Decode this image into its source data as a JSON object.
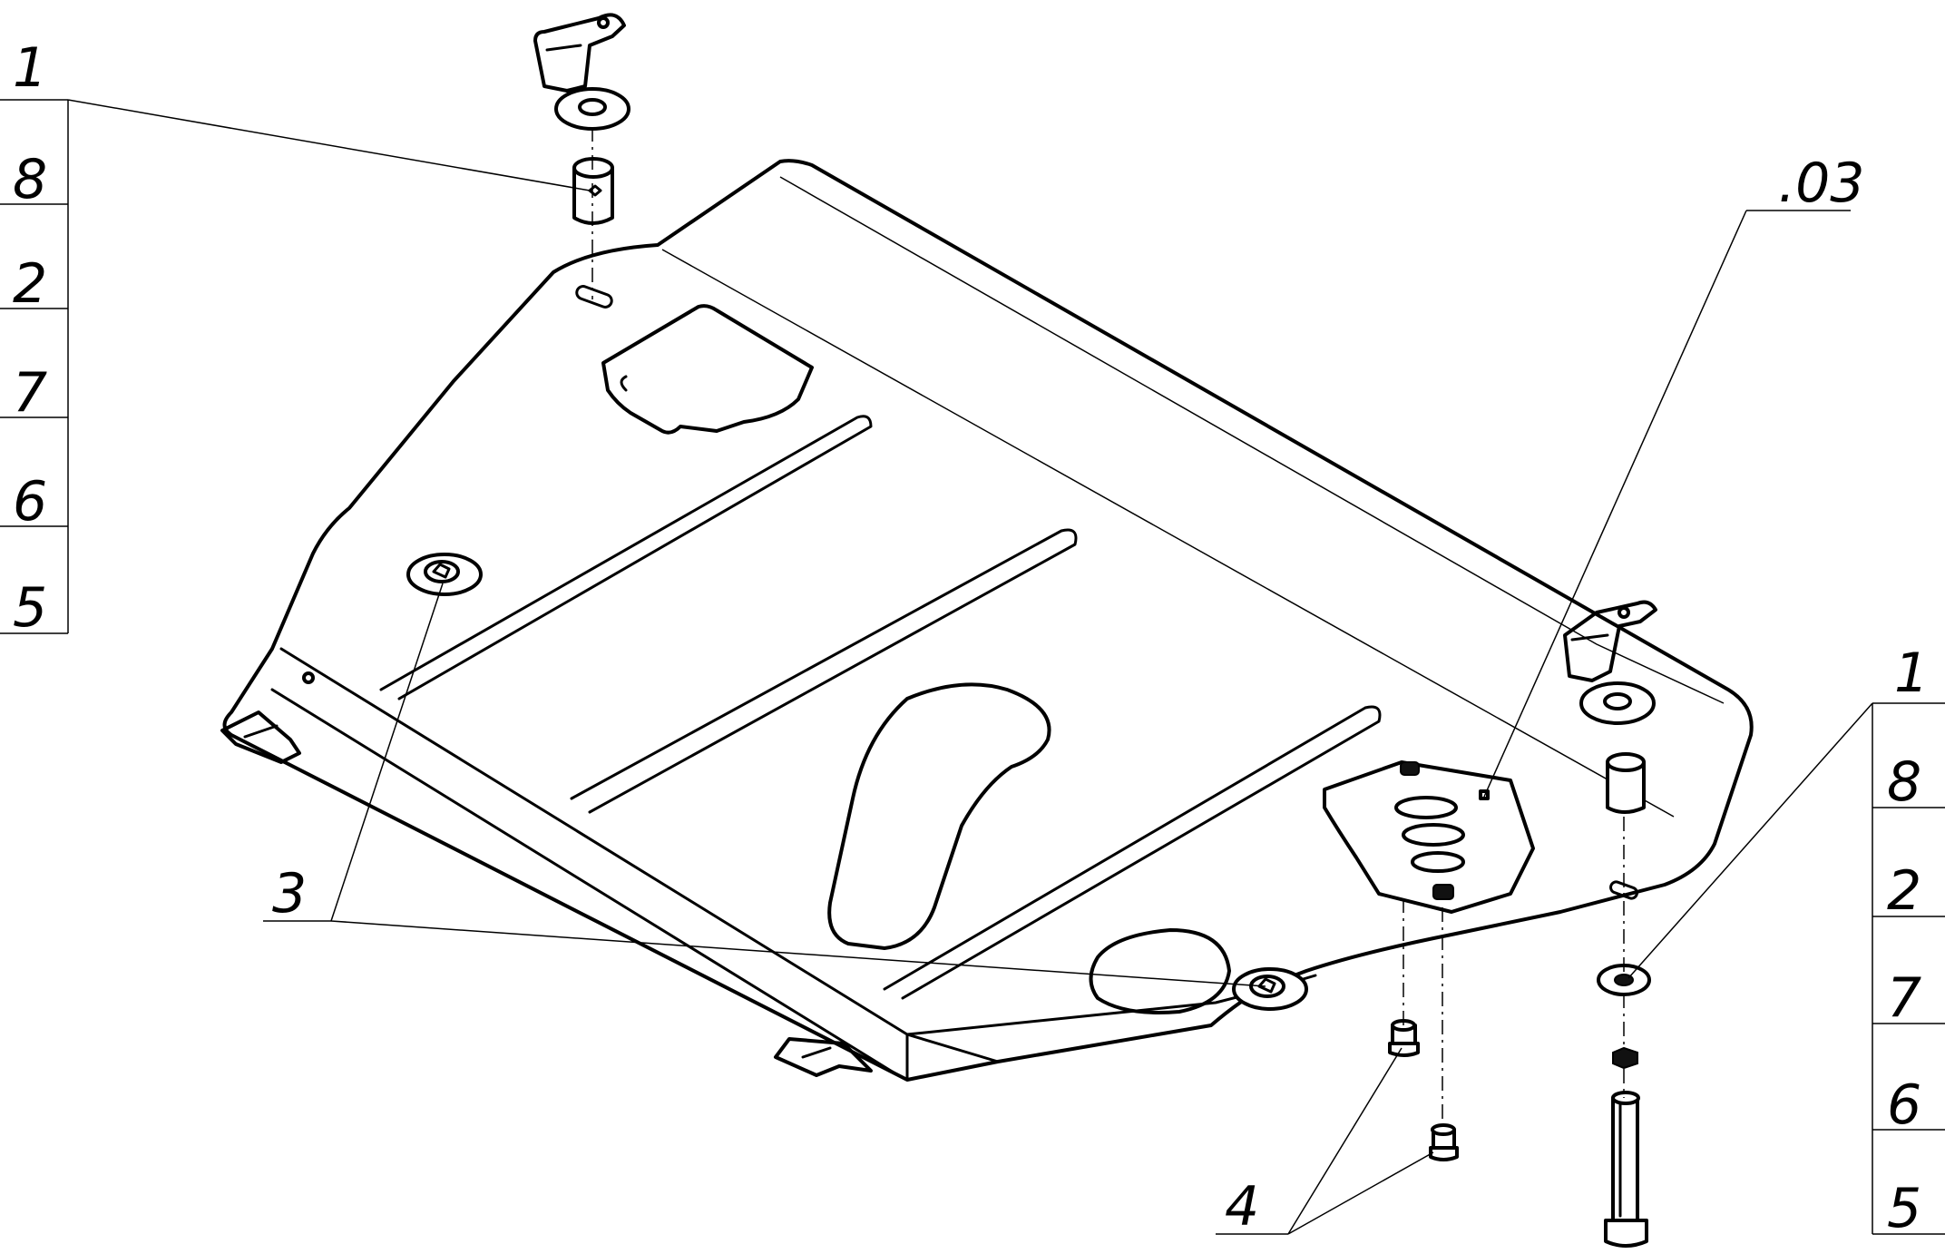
{
  "callouts": {
    "left_stack": [
      "1",
      "8",
      "2",
      "7",
      "6",
      "5"
    ],
    "right_stack": [
      "1",
      "8",
      "2",
      "7",
      "6",
      "5"
    ],
    "part_3": "3",
    "part_4": "4",
    "part_03": ".03"
  }
}
